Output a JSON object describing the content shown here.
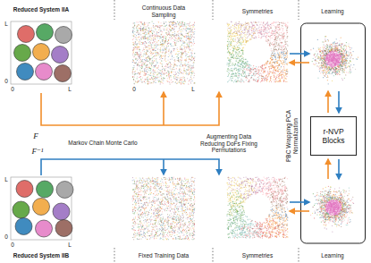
{
  "diagram": {
    "nodes": [
      {
        "text": [
          "r-NVP Blocks"
        ]
      }
    ],
    "labels": [
      "Reduced System IIA",
      "Continuous Data Sampling",
      "Symmetries",
      "Learning",
      "L",
      "0",
      "0",
      "L",
      "0",
      "L",
      "F",
      "Markov Chain Monte Carlo",
      "Augmenting Data Reducing DoFs Fixing Permutations",
      "PBC Wrapping PCA Normalization",
      "F⁻¹",
      "L",
      "0",
      "0",
      "L",
      "Reduced System IIB",
      "Fixed Training Data",
      "Symmetries",
      "Learning"
    ]
  }
}
